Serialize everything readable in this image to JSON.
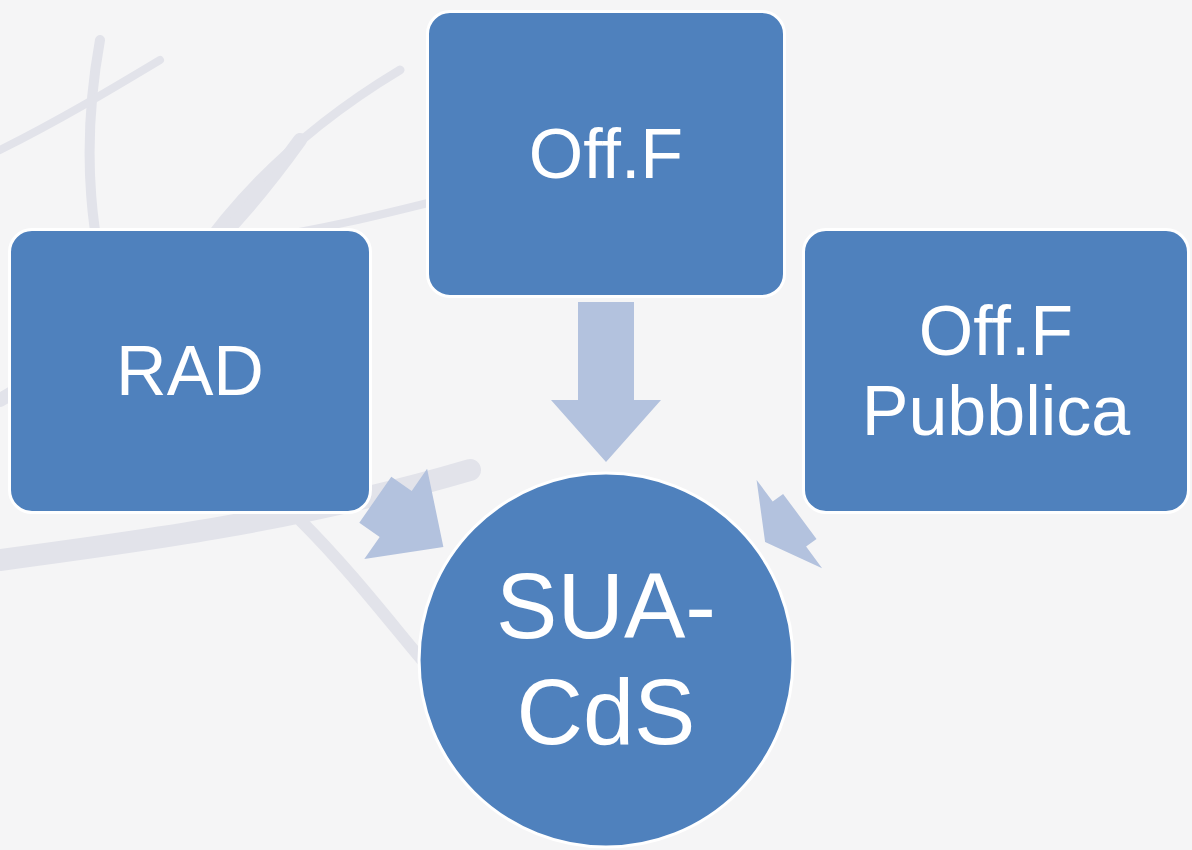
{
  "diagram": {
    "nodes": [
      {
        "text": [
          "Off.F"
        ]
      },
      {
        "text": [
          "RAD"
        ]
      },
      {
        "text": [
          "Off.F Pubblica"
        ]
      },
      {
        "text": [
          "SUA- CdS"
        ]
      }
    ],
    "edges": [
      {
        "from": 1,
        "to": 3,
        "arrow": "to"
      },
      {
        "from": 0,
        "to": 3,
        "arrow": "to"
      },
      {
        "from": 2,
        "to": 3,
        "arrow": "to"
      }
    ]
  }
}
